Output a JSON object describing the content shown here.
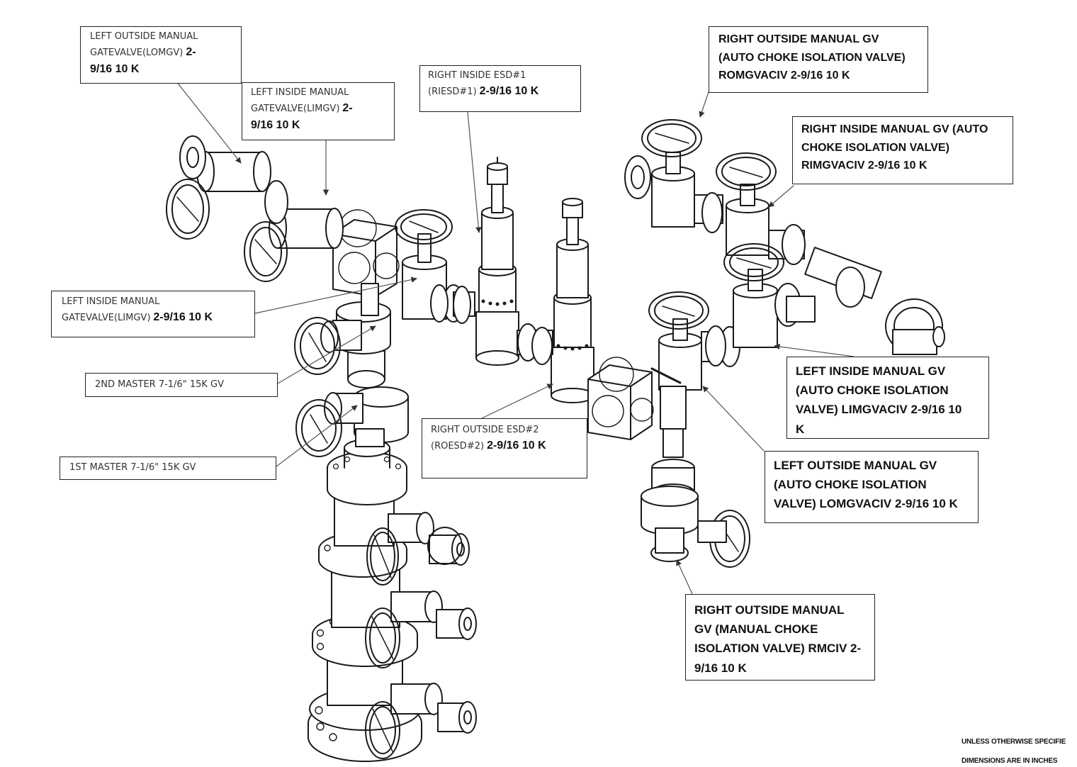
{
  "labels": {
    "lomgv_a": "LEFT OUTSIDE MANUAL",
    "lomgv_b": "GATEVALVE(LOMGV)",
    "lomgv_c": "2-",
    "lomgv_d": "9/16 10 K",
    "limgv_top_a": "LEFT INSIDE MANUAL",
    "limgv_top_b": "GATEVALVE(LIMGV)",
    "limgv_top_c": "2-",
    "limgv_top_d": "9/16 10 K",
    "riesd_a": "RIGHT INSIDE ESD#1",
    "riesd_b": "(RIESD#1)",
    "riesd_c": "2-9/16 10 K",
    "romgvaciv_a": "RIGHT OUTSIDE MANUAL GV",
    "romgvaciv_b": "(AUTO CHOKE ISOLATION VALVE)",
    "romgvaciv_c": "ROMGVACIV 2-9/16 10 K",
    "rimgvaciv_a": "RIGHT INSIDE MANUAL GV (AUTO",
    "rimgvaciv_b": "CHOKE ISOLATION VALVE)",
    "rimgvaciv_c": "RIMGVACIV 2-9/16 10 K",
    "limgv_mid_a": "LEFT INSIDE MANUAL",
    "limgv_mid_b": "GATEVALVE(LIMGV)",
    "limgv_mid_c": "2-9/16 10 K",
    "master2": "2ND MASTER 7-1/6\" 15K GV",
    "master1": "1ST MASTER 7-1/6\" 15K GV",
    "roesd_a": "RIGHT OUTSIDE ESD#2",
    "roesd_b": "(ROESD#2)",
    "roesd_c": "2-9/16 10 K",
    "limgvaciv_a": "LEFT INSIDE MANUAL GV",
    "limgvaciv_b": "(AUTO CHOKE ISOLATION",
    "limgvaciv_c": "VALVE) LIMGVACIV 2-9/16 10",
    "limgvaciv_d": "K",
    "lomgvaciv_a": "LEFT OUTSIDE MANUAL GV",
    "lomgvaciv_b": "(AUTO CHOKE ISOLATION",
    "lomgvaciv_c": "VALVE) LOMGVACIV 2-9/16 10 K",
    "rmciv_a": "RIGHT OUTSIDE MANUAL",
    "rmciv_b": "GV (MANUAL CHOKE",
    "rmciv_c": "ISOLATION VALVE) RMCIV 2-",
    "rmciv_d": "9/16 10 K"
  },
  "notes": {
    "line1": "UNLESS OTHERWISE SPECIFIE",
    "line2": "DIMENSIONS ARE IN INCHES"
  },
  "colors": {
    "line": "#1a1a1a",
    "fill": "#ffffff"
  }
}
